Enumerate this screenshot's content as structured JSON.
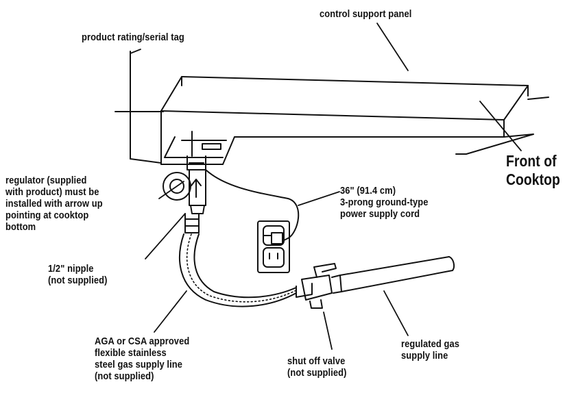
{
  "labels": {
    "control_support_panel": "control support panel",
    "product_tag": "product rating/serial tag",
    "front_of_cooktop": [
      "Front of",
      "Cooktop"
    ],
    "regulator": [
      "regulator (supplied",
      "with product) must be",
      "installed with arrow up",
      "pointing at cooktop",
      "bottom"
    ],
    "power_cord": [
      "36\" (91.4 cm)",
      "3-prong ground-type",
      "power supply cord"
    ],
    "nipple": [
      "1/2\" nipple",
      "(not supplied)"
    ],
    "flex_line": [
      "AGA or CSA approved",
      "flexible stainless",
      "steel gas supply line",
      "(not supplied)"
    ],
    "shutoff_valve": [
      "shut off valve",
      "(not supplied)"
    ],
    "gas_supply": [
      "regulated gas",
      "supply line"
    ]
  }
}
